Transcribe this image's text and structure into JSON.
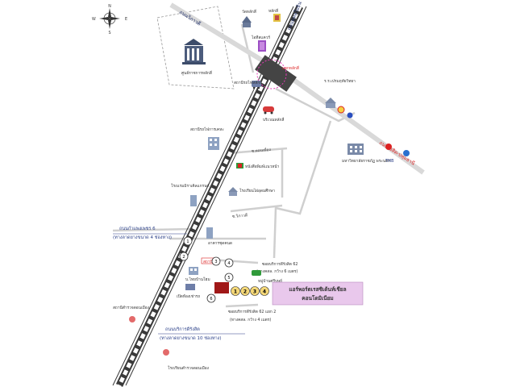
{
  "compass": {
    "n": "N",
    "s": "S",
    "e": "E",
    "w": "W"
  },
  "roads": {
    "top_left_road": "ถนนวิภาวดี",
    "top_right_road": "ถนนพหลโยธิน",
    "right_road": "ถนนรังสิต-ปทุมธานี",
    "kamphaengphet": "ถนนกำแพงเพชร 6",
    "kamphaengphet_sub": "(ทางลาดยางขนาด 4 ช่องทาง)",
    "service_road": "ถนนบริการดีรังสิต",
    "service_road_sub": "(ทางลาดยางขนาด 10 ช่องทาง)",
    "soi_62": "ซอยบริการดีรังสิต 62",
    "soi_62_sub": "(ทางคสล. กว้าง 6 เมตร)",
    "soi_62_2": "ซอยบริการดีรังสิต 62 แยก 2",
    "soi_62_2_sub": "(ทางคสล. กว้าง 4 เมตร)",
    "soi_1": "ซ.ดอนเมือง",
    "soi_2": "ซ.วิภาวดี"
  },
  "places": {
    "government_center": "ศูนย์ราชการหลักสี่",
    "wat_lak_si": "วัดหลักสี่",
    "lak_si_plaza": "หลักสี่",
    "it_square": "ไอทีสแควร์",
    "lak_si_station_label": "สถานีรถไฟหลักสี่",
    "lak_si_station": "สถานีรถไฟ หลักสี่",
    "lak_si_market": "บริเวณหลักสี่",
    "bridge": "แยกหลักสี่",
    "school_top": "ร.ร.เปรมฤทัยวิทยา",
    "university": "มหาวิทยาลัยราชภัฏ พระนคร",
    "tmb": "TMB",
    "kan_station": "สถานีรถไฟการเคหะ",
    "insurance": "หนังสือพิมพ์แนวหน้า",
    "school_mid": "โรงเรียนไผ่อุดมศึกษา",
    "condo": "โรงแรมมิราเคิลแกรนด์",
    "bldg_under": "อาคารชุดคนด",
    "school_low": "บ.ไทยบ้านโฮม",
    "bike_shop": "เปิดห้องเช่ารถ",
    "village": "หมู่บ้านศรีบุษย์",
    "sai_mai_station": "สถานีตำรวจดอนเมือง",
    "hospital_low": "โรงเรียนตำรวจดอนเมือง",
    "station_box": "สถานี"
  },
  "subject": {
    "line1": "แอร์พอร์ตเรสซิเด้นท์เชียล",
    "line2": "คอนโดมิเนียม"
  },
  "markers": [
    "1",
    "2",
    "3",
    "4"
  ],
  "circle_markers": [
    "1",
    "2",
    "3",
    "4",
    "5",
    "6"
  ],
  "colors": {
    "rail": "#2b2b2b",
    "road": "#c8c8c8",
    "label_box": "#e9c8ec",
    "marker_fill": "#f5d878",
    "subject_fill": "#a01818",
    "text_blue": "#1f2f6b"
  }
}
